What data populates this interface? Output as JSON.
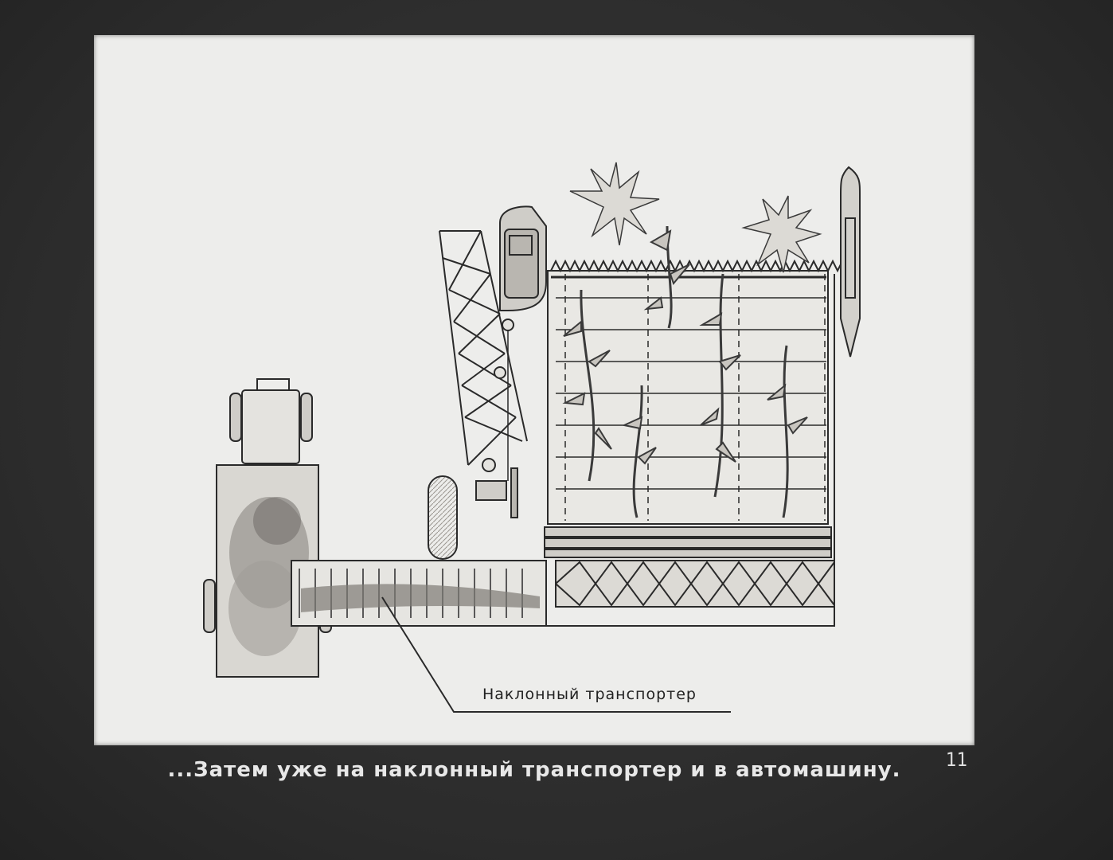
{
  "slide": {
    "caption": "...Затем уже на наклонный транспортер и в  автомашину.",
    "frame_number": "11",
    "labels": {
      "inclined_conveyor": "Наклонный транспортер"
    }
  },
  "colors": {
    "frame": "#2e2e2e",
    "slide_bg": "#ededeb",
    "ink": "#2a2a2a",
    "shade": "#b9b6b0"
  }
}
